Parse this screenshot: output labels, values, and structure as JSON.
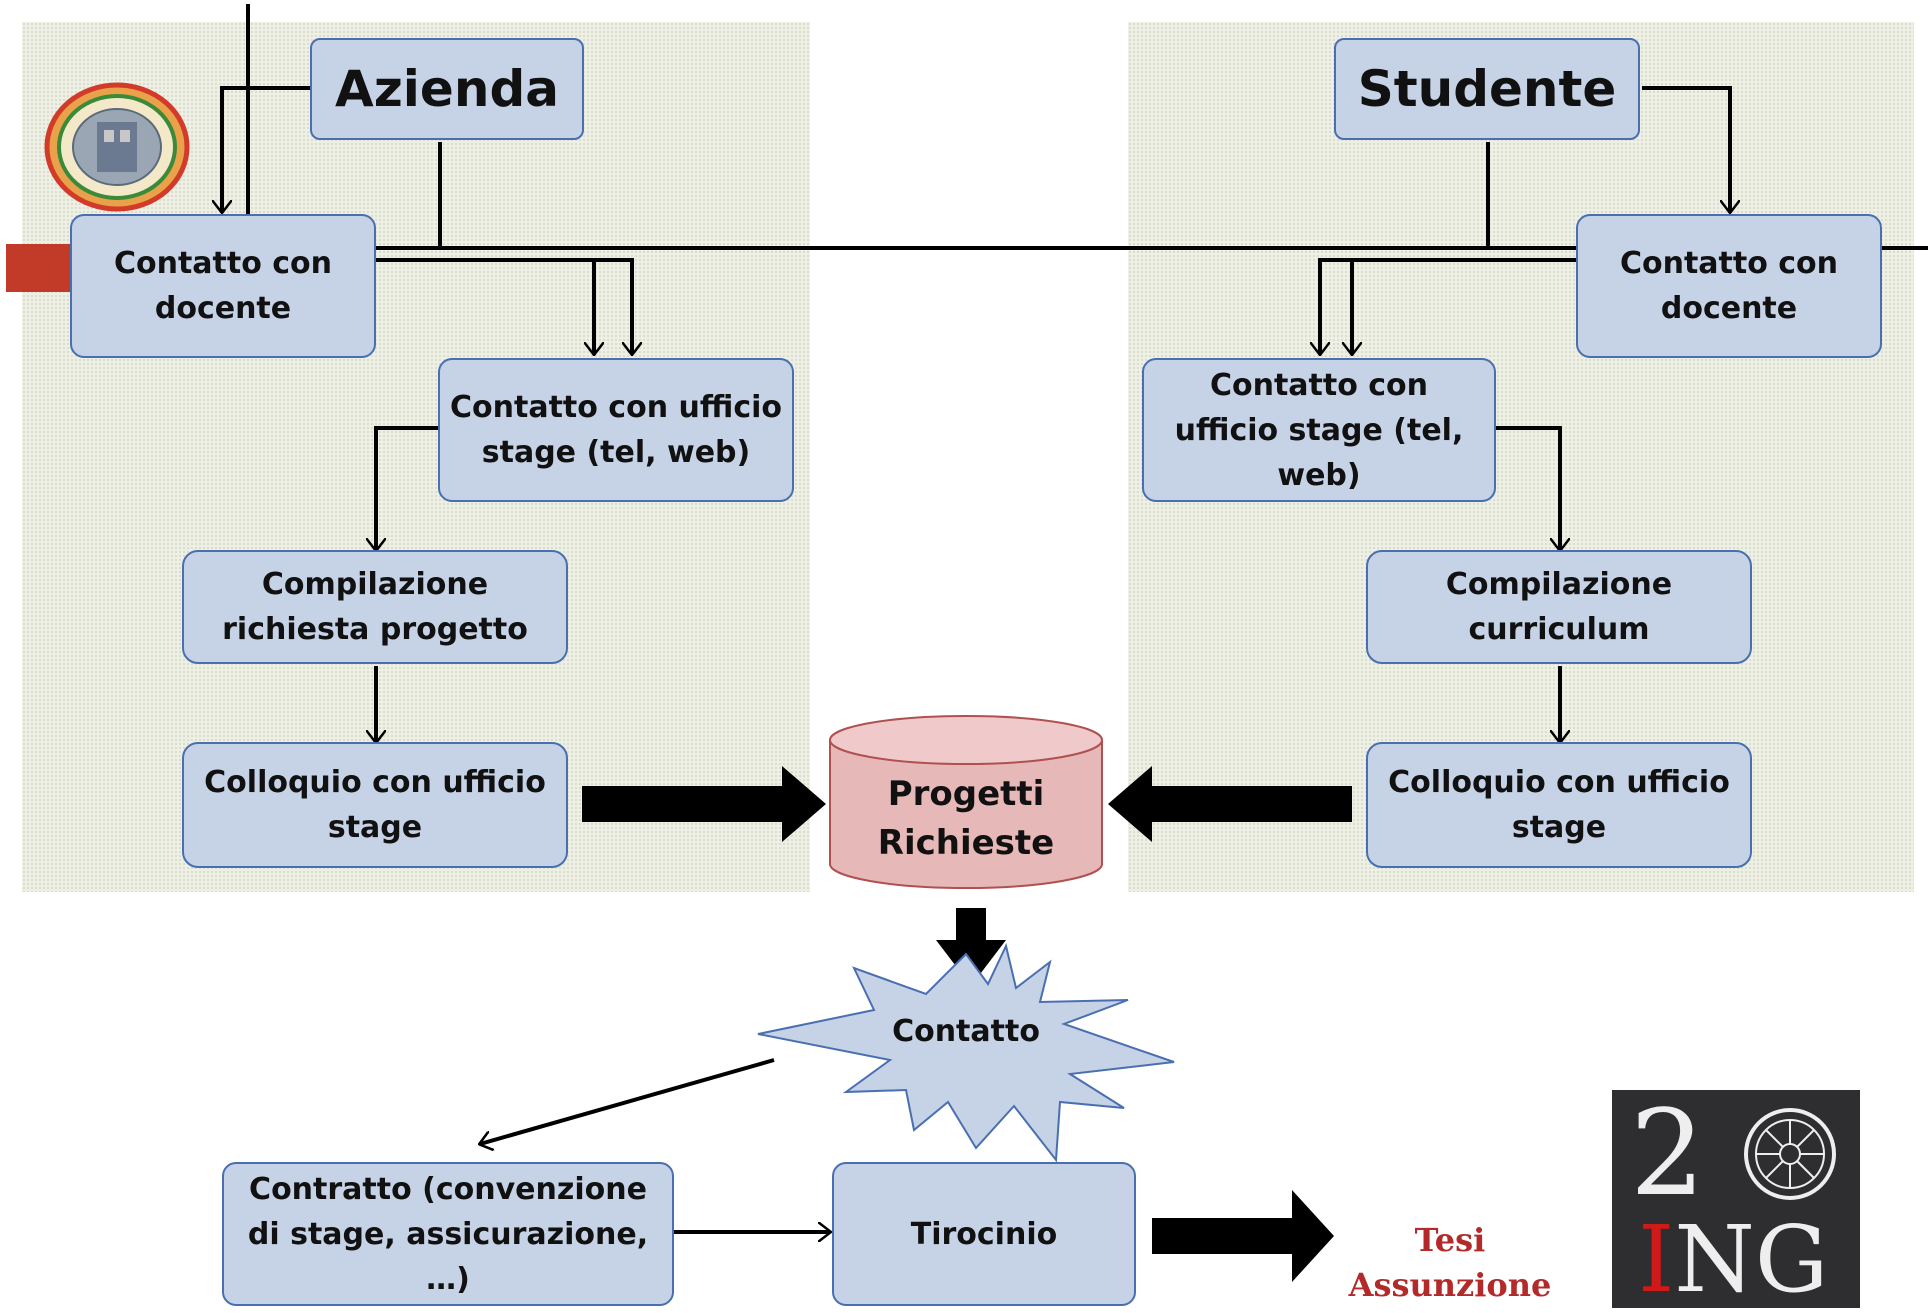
{
  "lanes": {
    "azienda": {
      "title": "Azienda",
      "contact_teacher": "Contatto con docente",
      "contact_office": "Contatto con ufficio stage (tel, web)",
      "form": "Compilazione richiesta progetto",
      "interview": "Colloquio con ufficio stage"
    },
    "studente": {
      "title": "Studente",
      "contact_teacher": "Contatto con docente",
      "contact_office": "Contatto con ufficio stage (tel, web)",
      "form": "Compilazione curriculum",
      "interview": "Colloquio con ufficio stage"
    }
  },
  "database": {
    "line1": "Progetti",
    "line2": "Richieste"
  },
  "contact_star": "Contatto",
  "contract": "Contratto (convenzione di stage, assicurazione, …)",
  "internship": "Tirocinio",
  "outcomes": {
    "line1": "Tesi",
    "line2": "Assunzione"
  },
  "logo": {
    "number": "20",
    "text": "ING"
  },
  "colors": {
    "box_fill": "#c6d2e6",
    "box_border": "#4a6fb0",
    "db_fill": "#e7b8b8",
    "db_border": "#b05050",
    "star_fill": "#c6d2e6",
    "outcome_text": "#b22a2a",
    "logo_red": "#d01a1a"
  }
}
